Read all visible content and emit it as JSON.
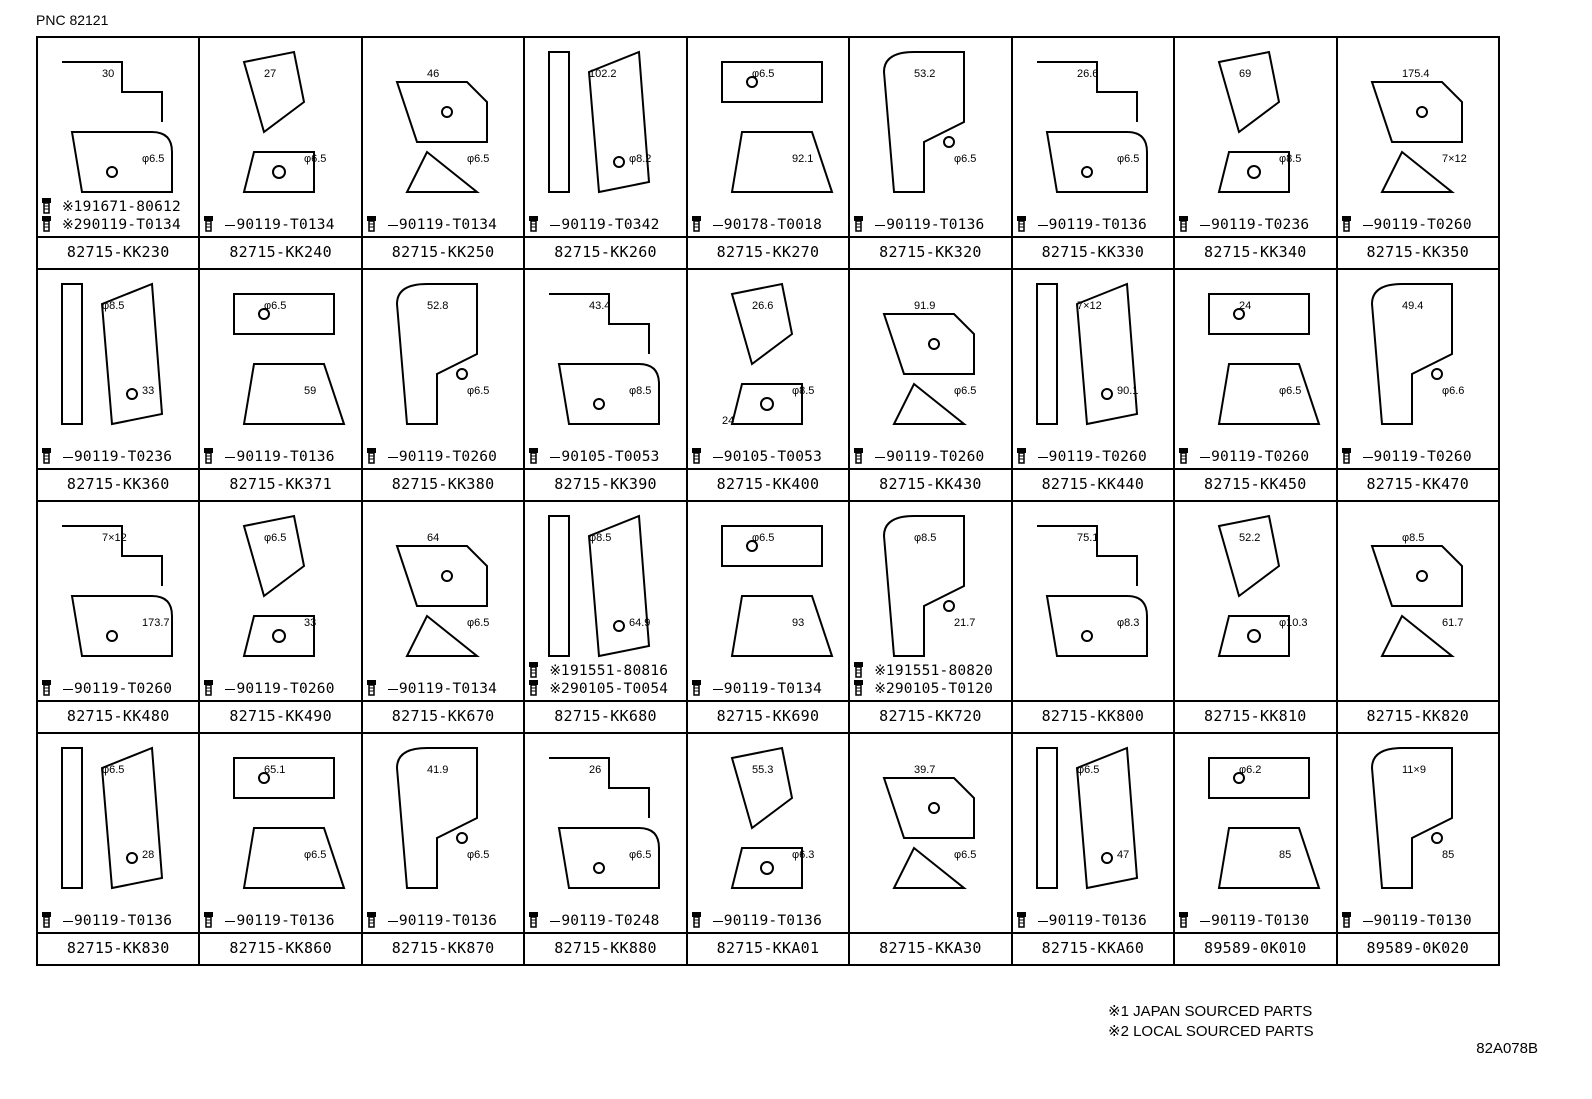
{
  "header": {
    "pnc": "PNC 82121"
  },
  "cells": [
    {
      "part": "82715-KK230",
      "fasteners": [
        {
          "mark": "※1",
          "code": "91671-80612"
        },
        {
          "mark": "※2",
          "code": "90119-T0134"
        }
      ],
      "dims": [
        "30",
        "φ6.5"
      ]
    },
    {
      "part": "82715-KK240",
      "fasteners": [
        {
          "mark": "",
          "code": "90119-T0134"
        }
      ],
      "dims": [
        "27",
        "φ6.5"
      ]
    },
    {
      "part": "82715-KK250",
      "fasteners": [
        {
          "mark": "",
          "code": "90119-T0134"
        }
      ],
      "dims": [
        "46",
        "φ6.5"
      ]
    },
    {
      "part": "82715-KK260",
      "fasteners": [
        {
          "mark": "",
          "code": "90119-T0342"
        }
      ],
      "dims": [
        "102.2",
        "φ8.2"
      ]
    },
    {
      "part": "82715-KK270",
      "fasteners": [
        {
          "mark": "",
          "code": "90178-T0018"
        }
      ],
      "dims": [
        "φ6.5",
        "92.1"
      ]
    },
    {
      "part": "82715-KK320",
      "fasteners": [
        {
          "mark": "",
          "code": "90119-T0136"
        }
      ],
      "dims": [
        "53.2",
        "φ6.5"
      ]
    },
    {
      "part": "82715-KK330",
      "fasteners": [
        {
          "mark": "",
          "code": "90119-T0136"
        }
      ],
      "dims": [
        "26.6",
        "φ6.5"
      ]
    },
    {
      "part": "82715-KK340",
      "fasteners": [
        {
          "mark": "",
          "code": "90119-T0236"
        }
      ],
      "dims": [
        "69",
        "φ8.5"
      ]
    },
    {
      "part": "82715-KK350",
      "fasteners": [
        {
          "mark": "",
          "code": "90119-T0260"
        }
      ],
      "dims": [
        "175.4",
        "7×12"
      ]
    },
    {
      "part": "82715-KK360",
      "fasteners": [
        {
          "mark": "",
          "code": "90119-T0236"
        }
      ],
      "dims": [
        "φ8.5",
        "33"
      ]
    },
    {
      "part": "82715-KK371",
      "fasteners": [
        {
          "mark": "",
          "code": "90119-T0136"
        }
      ],
      "dims": [
        "φ6.5",
        "59"
      ]
    },
    {
      "part": "82715-KK380",
      "fasteners": [
        {
          "mark": "",
          "code": "90119-T0260"
        }
      ],
      "dims": [
        "52.8",
        "φ6.5"
      ]
    },
    {
      "part": "82715-KK390",
      "fasteners": [
        {
          "mark": "",
          "code": "90105-T0053"
        }
      ],
      "dims": [
        "43.4",
        "φ8.5"
      ]
    },
    {
      "part": "82715-KK400",
      "fasteners": [
        {
          "mark": "",
          "code": "90105-T0053"
        }
      ],
      "dims": [
        "26.6",
        "φ8.5",
        "24"
      ]
    },
    {
      "part": "82715-KK430",
      "fasteners": [
        {
          "mark": "",
          "code": "90119-T0260"
        }
      ],
      "dims": [
        "91.9",
        "φ6.5"
      ]
    },
    {
      "part": "82715-KK440",
      "fasteners": [
        {
          "mark": "",
          "code": "90119-T0260"
        }
      ],
      "dims": [
        "7×12",
        "90.1"
      ]
    },
    {
      "part": "82715-KK450",
      "fasteners": [
        {
          "mark": "",
          "code": "90119-T0260"
        }
      ],
      "dims": [
        "24",
        "φ6.5"
      ]
    },
    {
      "part": "82715-KK470",
      "fasteners": [
        {
          "mark": "",
          "code": "90119-T0260"
        }
      ],
      "dims": [
        "49.4",
        "φ6.6"
      ]
    },
    {
      "part": "82715-KK480",
      "fasteners": [
        {
          "mark": "",
          "code": "90119-T0260"
        }
      ],
      "dims": [
        "7×12",
        "173.7"
      ]
    },
    {
      "part": "82715-KK490",
      "fasteners": [
        {
          "mark": "",
          "code": "90119-T0260"
        }
      ],
      "dims": [
        "φ6.5",
        "33"
      ]
    },
    {
      "part": "82715-KK670",
      "fasteners": [
        {
          "mark": "",
          "code": "90119-T0134"
        }
      ],
      "dims": [
        "64",
        "φ6.5"
      ]
    },
    {
      "part": "82715-KK680",
      "fasteners": [
        {
          "mark": "※1",
          "code": "91551-80816"
        },
        {
          "mark": "※2",
          "code": "90105-T0054"
        }
      ],
      "dims": [
        "φ8.5",
        "64.9"
      ]
    },
    {
      "part": "82715-KK690",
      "fasteners": [
        {
          "mark": "",
          "code": "90119-T0134"
        }
      ],
      "dims": [
        "φ6.5",
        "93"
      ]
    },
    {
      "part": "82715-KK720",
      "fasteners": [
        {
          "mark": "※1",
          "code": "91551-80820"
        },
        {
          "mark": "※2",
          "code": "90105-T0120"
        }
      ],
      "dims": [
        "φ8.5",
        "21.7"
      ]
    },
    {
      "part": "82715-KK800",
      "fasteners": [],
      "dims": [
        "75.1",
        "φ8.3"
      ]
    },
    {
      "part": "82715-KK810",
      "fasteners": [],
      "dims": [
        "52.2",
        "φ10.3"
      ]
    },
    {
      "part": "82715-KK820",
      "fasteners": [],
      "dims": [
        "φ8.5",
        "61.7"
      ]
    },
    {
      "part": "82715-KK830",
      "fasteners": [
        {
          "mark": "",
          "code": "90119-T0136"
        }
      ],
      "dims": [
        "φ6.5",
        "28"
      ]
    },
    {
      "part": "82715-KK860",
      "fasteners": [
        {
          "mark": "",
          "code": "90119-T0136"
        }
      ],
      "dims": [
        "65.1",
        "φ6.5"
      ]
    },
    {
      "part": "82715-KK870",
      "fasteners": [
        {
          "mark": "",
          "code": "90119-T0136"
        }
      ],
      "dims": [
        "41.9",
        "φ6.5"
      ]
    },
    {
      "part": "82715-KK880",
      "fasteners": [
        {
          "mark": "",
          "code": "90119-T0248"
        }
      ],
      "dims": [
        "26",
        "φ6.5"
      ]
    },
    {
      "part": "82715-KKA01",
      "fasteners": [
        {
          "mark": "",
          "code": "90119-T0136"
        }
      ],
      "dims": [
        "55.3",
        "φ6.3"
      ]
    },
    {
      "part": "82715-KKA30",
      "fasteners": [],
      "dims": [
        "39.7",
        "φ6.5"
      ]
    },
    {
      "part": "82715-KKA60",
      "fasteners": [
        {
          "mark": "",
          "code": "90119-T0136"
        }
      ],
      "dims": [
        "φ6.5",
        "47"
      ]
    },
    {
      "part": "89589-0K010",
      "fasteners": [
        {
          "mark": "",
          "code": "90119-T0130"
        }
      ],
      "dims": [
        "φ6.2",
        "85"
      ]
    },
    {
      "part": "89589-0K020",
      "fasteners": [
        {
          "mark": "",
          "code": "90119-T0130"
        }
      ],
      "dims": [
        "11×9",
        "85"
      ]
    }
  ],
  "notes": [
    "※1 JAPAN SOURCED PARTS",
    "※2 LOCAL SOURCED PARTS"
  ],
  "figure_id": "82A078B"
}
